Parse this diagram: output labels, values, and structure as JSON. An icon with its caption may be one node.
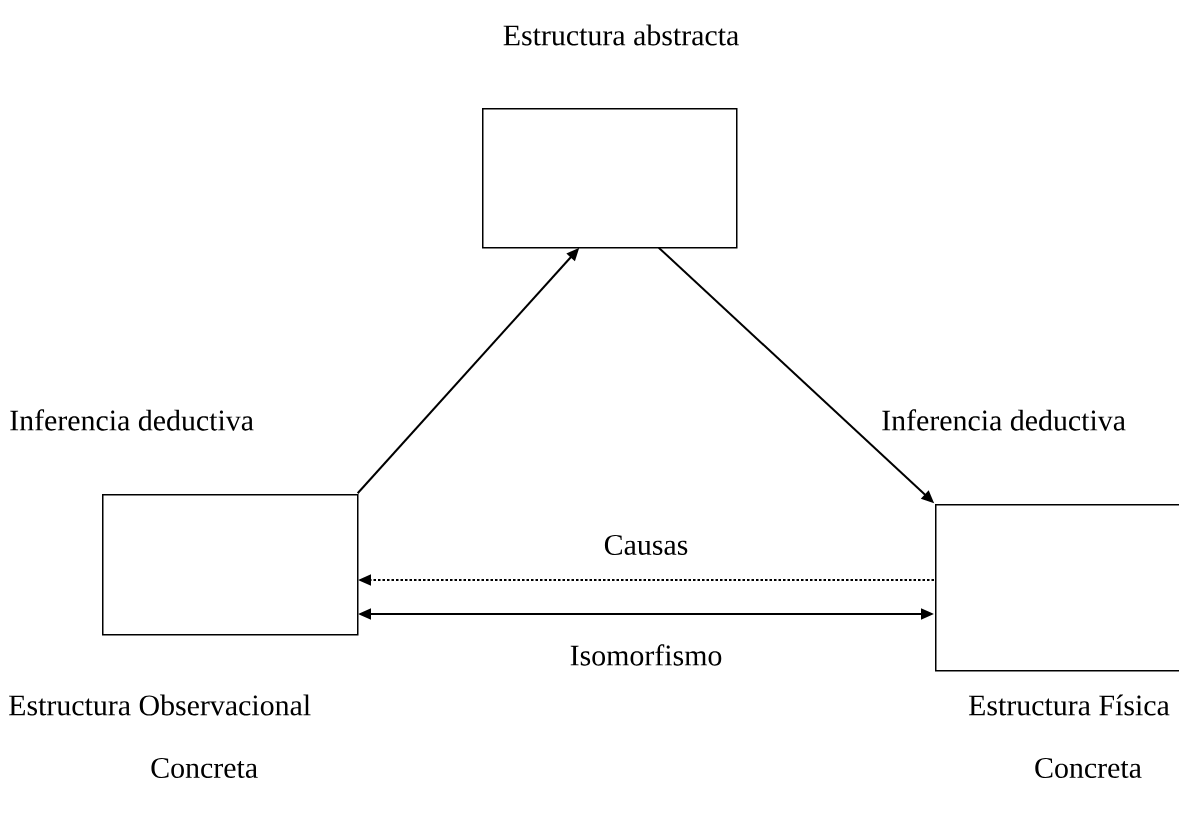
{
  "diagram": {
    "nodes": [
      {
        "text": [
          "Estructura abstracta"
        ]
      },
      {
        "text": [
          "Estructura Observacional",
          "Concreta"
        ]
      },
      {
        "text": [
          "Estructura Física",
          "Concreta"
        ]
      }
    ],
    "edges": [
      {
        "from": 1,
        "to": 0,
        "arrow": "to",
        "label": "Inferencia deductiva"
      },
      {
        "from": 0,
        "to": 2,
        "arrow": "to",
        "label": "Inferencia deductiva"
      },
      {
        "from": 2,
        "to": 1,
        "arrow": "to",
        "label": "Causas",
        "style": "dashed"
      },
      {
        "from": 1,
        "to": 2,
        "arrow": "both",
        "label": "Isomorfismo"
      }
    ]
  }
}
